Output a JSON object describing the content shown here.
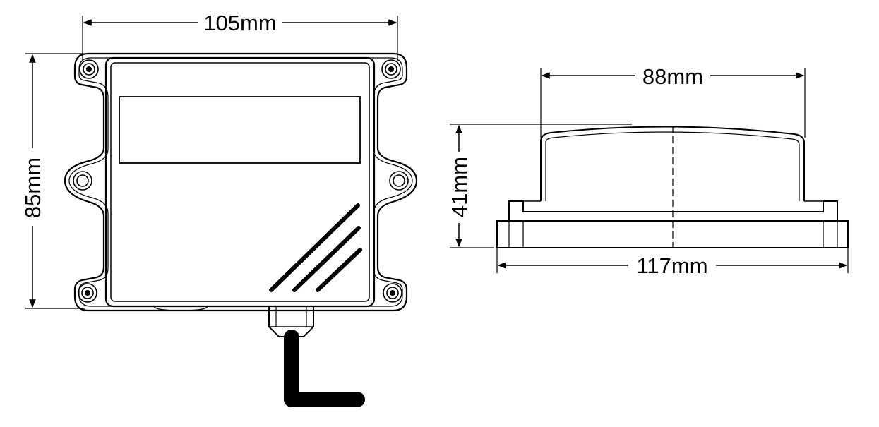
{
  "dimensions": {
    "front_width": "105mm",
    "front_height": "85mm",
    "side_top_width": "88mm",
    "side_height": "41mm",
    "side_base_width": "117mm"
  },
  "colors": {
    "line": "#000000",
    "background": "#ffffff"
  }
}
